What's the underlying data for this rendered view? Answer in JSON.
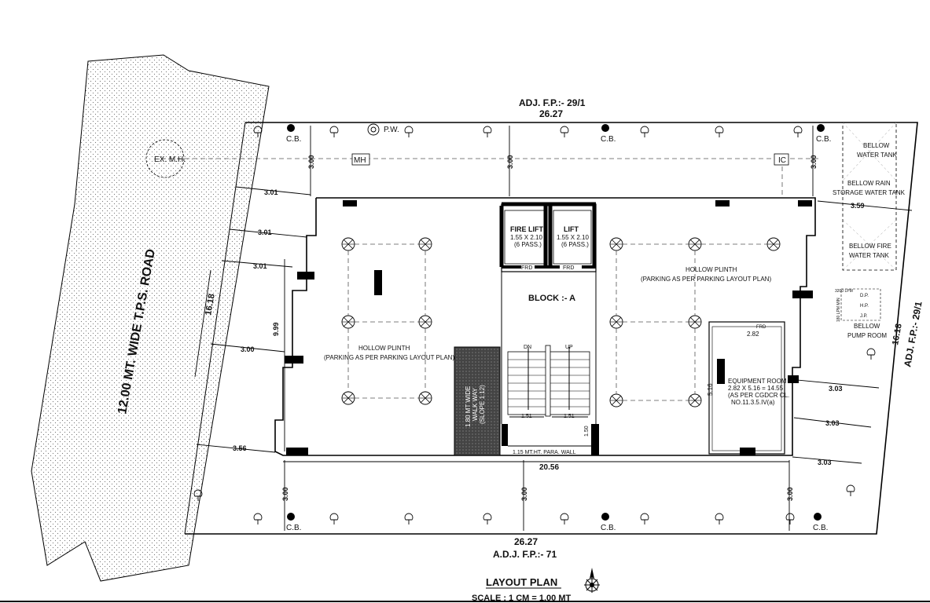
{
  "plan": {
    "top_adjacent": "ADJ. F.P.:- 29/1",
    "top_width": "26.27",
    "bottom_width": "26.27",
    "bottom_adjacent": "A.D.J. F.P.:- 71",
    "right_adjacent": "ADJ. F.P.:- 29/1",
    "right_length": "16.18",
    "left_length": "16.18",
    "road_label": "12.00 MT. WIDE T.P.S. ROAD",
    "block_label": "BLOCK :- A",
    "title": "LAYOUT PLAN",
    "scale": "SCALE : 1 CM = 1.00 MT"
  },
  "top_features": {
    "cb_label": "C.B.",
    "pw_label": "P.W.",
    "exmh_label": "EX. M.H.",
    "mh_label": "MH",
    "ic_label": "IC"
  },
  "rooms": {
    "fire_lift_title": "FIRE LIFT",
    "fire_lift_size": "1.55 X 2.10",
    "fire_lift_pass": "(6 PASS.)",
    "lift_title": "LIFT",
    "lift_size": "1.55 X 2.10",
    "lift_pass": "(6 PASS.)",
    "frd": "FRD",
    "left_plinth_title": "HOLLOW PLINTH",
    "left_plinth_sub": "(PARKING AS PER PARKING LAYOUT PLAN)",
    "right_plinth_title": "HOLLOW PLINTH",
    "right_plinth_sub": "(PARKING AS PER PARKING LAYOUT PLAN)",
    "walkway_line1": "1.80 MT WIDE",
    "walkway_line2": "WALK WAY",
    "walkway_line3": "(SLOPE 1:12)",
    "stair_dn": "DN",
    "stair_up": "UP",
    "para_wall": "1.15 MT.HT. PARA. WALL",
    "equip_line1": "EQUIPMENT ROOM",
    "equip_line2": "2.82 X 5.16 = 14.55",
    "equip_line3": "(AS PER CGDCR CL.",
    "equip_line4": "NO.11.3.5.IV(a)",
    "equip_width": "2.82",
    "equip_height": "5.16"
  },
  "tanks": {
    "water_line1": "BELLOW",
    "water_line2": "WATER TANK",
    "rain_line1": "BELLOW RAIN",
    "rain_line2": "STORAGE WATER TANK",
    "fire_line1": "BELLOW FIRE",
    "fire_line2": "WATER TANK",
    "pump_line1": "BELLOW",
    "pump_line2": "PUMP ROOM",
    "dp": "D.P.",
    "hp": "H.P.",
    "jp": "J.P.",
    "lpm1": "3200 LPM",
    "lpm2": "180 LPM MIN"
  },
  "dimensions": {
    "front_setback": "3.00",
    "left_1": "3.01",
    "left_2": "3.01",
    "left_3": "3.01",
    "left_4": "3.00",
    "left_5": "3.56",
    "right_top": "3.59",
    "right_1": "3.03",
    "right_2": "3.03",
    "right_3": "3.03",
    "building_width": "20.56",
    "side_depth": "9.99",
    "stair_w1": "1.51",
    "stair_w2": "1.51",
    "stair_h": "1.50"
  }
}
